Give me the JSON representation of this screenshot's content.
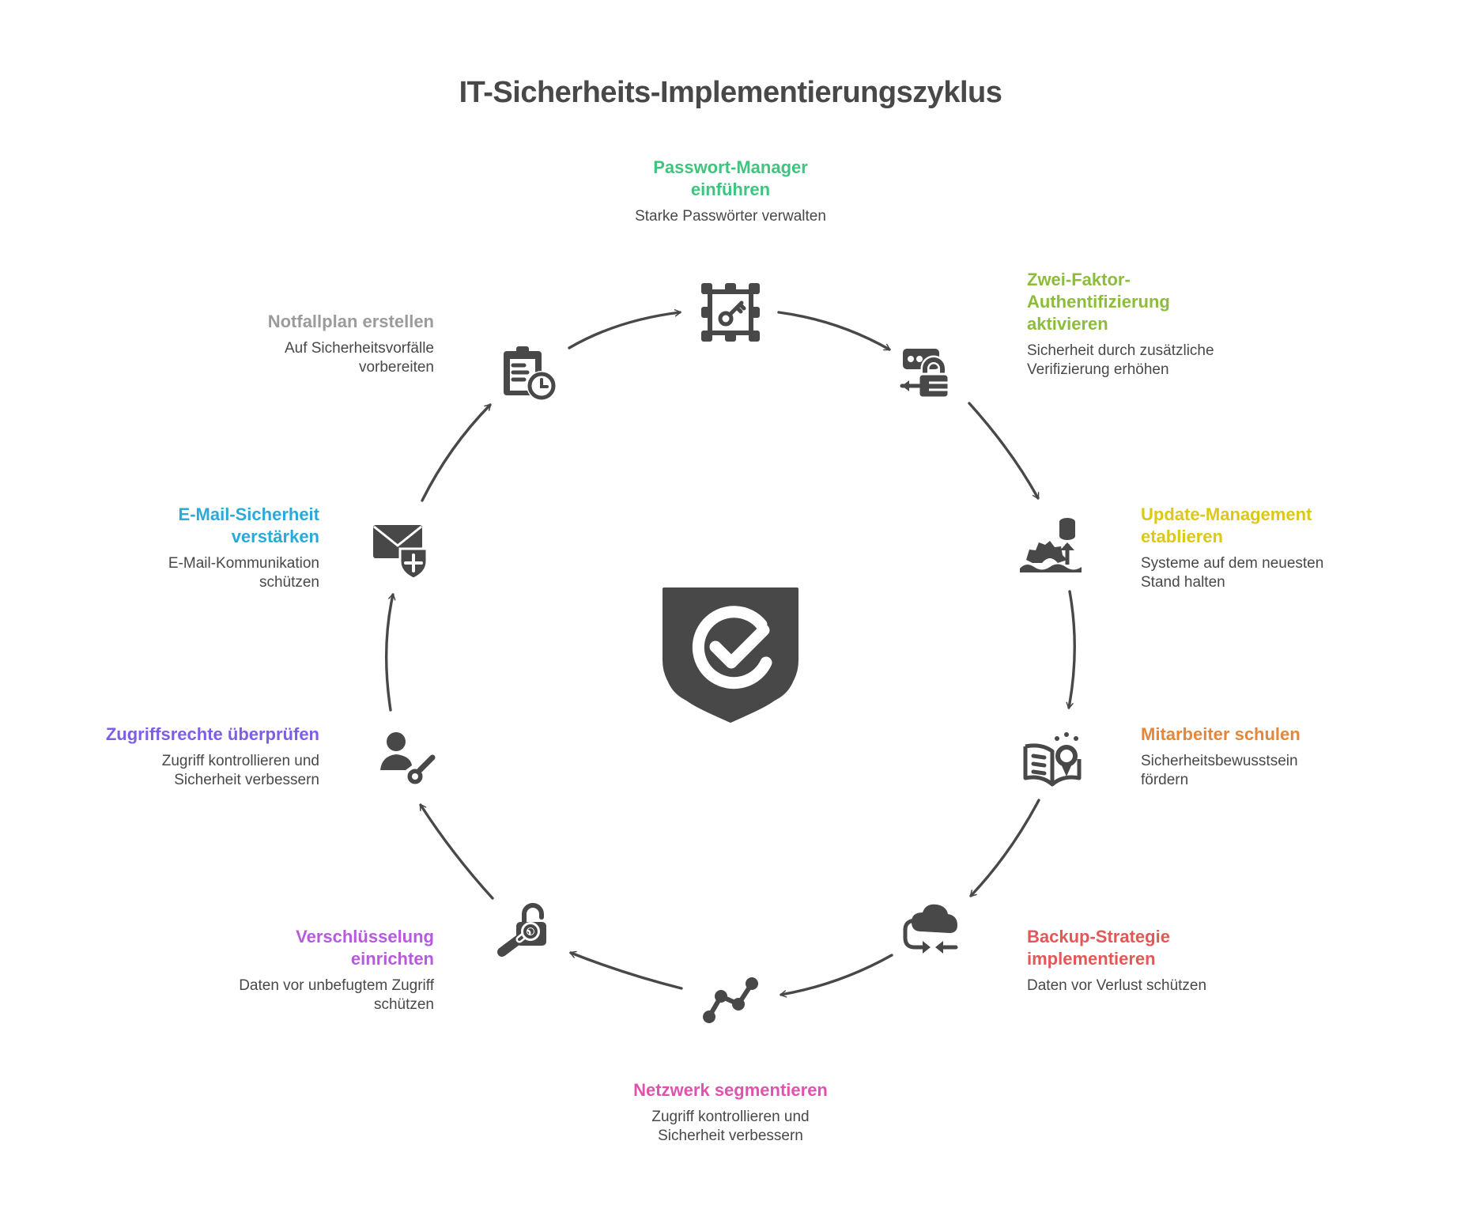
{
  "title": "IT-Sicherheits-Implementierungszyklus",
  "center_icon": "shield-check-icon",
  "colors": {
    "text": "#484848",
    "icon": "#484848",
    "passwort": "#3fc47f",
    "zwei_faktor": "#8cbd3a",
    "update": "#dcc817",
    "mitarbeiter": "#e4873a",
    "backup": "#e45757",
    "netzwerk": "#df53ae",
    "verschluesselung": "#b85ade",
    "zugriff": "#7d5ee4",
    "email": "#2aaad8",
    "notfall": "#9b9b9b"
  },
  "steps": [
    {
      "id": "passwort",
      "title": "Passwort-Manager einführen",
      "title_lines": [
        "Passwort-Manager",
        "einführen"
      ],
      "desc": "Starke Passwörter verwalten",
      "icon": "key-frame-icon"
    },
    {
      "id": "zwei_faktor",
      "title": "Zwei-Faktor-Authentifizierung aktivieren",
      "title_lines": [
        "Zwei-Faktor-",
        "Authentifizierung",
        "aktivieren"
      ],
      "desc": "Sicherheit durch zusätzliche Verifizierung erhöhen",
      "icon": "login-lock-icon"
    },
    {
      "id": "update",
      "title": "Update-Management etablieren",
      "title_lines": [
        "Update-Management",
        "etablieren"
      ],
      "desc": "Systeme auf dem neuesten Stand halten",
      "icon": "gear-database-upload-icon"
    },
    {
      "id": "mitarbeiter",
      "title": "Mitarbeiter schulen",
      "title_lines": [
        "Mitarbeiter schulen"
      ],
      "desc": "Sicherheitsbewusstsein fördern",
      "icon": "book-lightbulb-icon"
    },
    {
      "id": "backup",
      "title": "Backup-Strategie implementieren",
      "title_lines": [
        "Backup-Strategie",
        "implementieren"
      ],
      "desc": "Daten vor Verlust schützen",
      "icon": "cloud-sync-icon"
    },
    {
      "id": "netzwerk",
      "title": "Netzwerk segmentieren",
      "title_lines": [
        "Netzwerk segmentieren"
      ],
      "desc": "Zugriff kontrollieren und Sicherheit verbessern",
      "icon": "network-nodes-icon"
    },
    {
      "id": "verschluesselung",
      "title": "Verschlüsselung einrichten",
      "title_lines": [
        "Verschlüsselung",
        "einrichten"
      ],
      "desc": "Daten vor unbefugtem Zugriff schützen",
      "icon": "unlocked-padlock-key-icon"
    },
    {
      "id": "zugriff",
      "title": "Zugriffsrechte überprüfen",
      "title_lines": [
        "Zugriffsrechte überprüfen"
      ],
      "desc": "Zugriff kontrollieren und Sicherheit verbessern",
      "icon": "user-key-icon"
    },
    {
      "id": "email",
      "title": "E-Mail-Sicherheit verstärken",
      "title_lines": [
        "E-Mail-Sicherheit",
        "verstärken"
      ],
      "desc": "E-Mail-Kommunikation schützen",
      "icon": "mail-shield-icon"
    },
    {
      "id": "notfall",
      "title": "Notfallplan erstellen",
      "title_lines": [
        "Notfallplan erstellen"
      ],
      "desc": "Auf Sicherheitsvorfälle vorbereiten",
      "icon": "clipboard-clock-icon"
    }
  ]
}
